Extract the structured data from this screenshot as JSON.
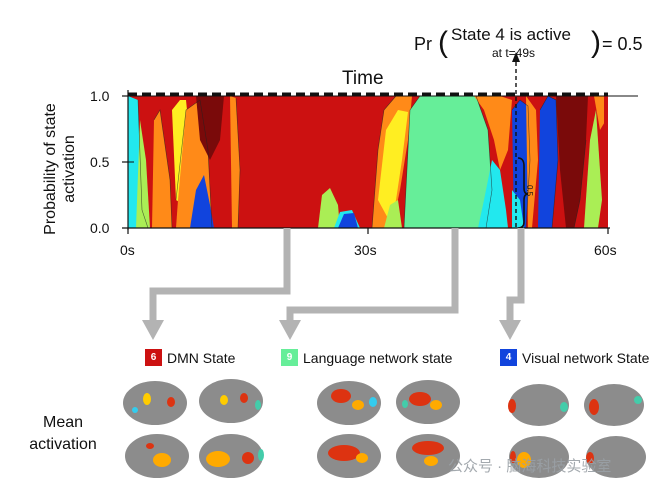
{
  "formula": {
    "prefix": "Pr",
    "state_text": "State 4 is active",
    "time_text": "at t=49s",
    "equals_text": "= 0.5"
  },
  "chart_data": {
    "type": "area",
    "title": "Time",
    "ylabel": "Probability of state activation",
    "ylabel_lines": [
      "Probability of state",
      "activation"
    ],
    "xticks": [
      "0s",
      "30s",
      "60s"
    ],
    "yticks": [
      "1.0",
      "0.5",
      "0.0"
    ],
    "xlim": [
      0,
      60
    ],
    "ylim": [
      0,
      1
    ],
    "brace_label": "0.5",
    "highlight_time": 49,
    "highlight_value": 0.5
  },
  "states": [
    {
      "number": "6",
      "label": "DMN State",
      "color": "#cc1111"
    },
    {
      "number": "9",
      "label": "Language network state",
      "color": "#66ee99"
    },
    {
      "number": "4",
      "label": "Visual network State",
      "color": "#1144dd"
    }
  ],
  "mean_activation_lines": [
    "Mean",
    "activation"
  ],
  "watermark": "公众号 · 脑海科技实验室",
  "colors": {
    "dmn": "#cc1111",
    "language": "#66ee99",
    "visual": "#1144dd",
    "cyan": "#22e8ee",
    "orange": "#ff8a18",
    "yellow": "#ffee22",
    "darkred": "#7a0a0a",
    "lime": "#aaee55",
    "arrow": "#b3b3b3"
  }
}
